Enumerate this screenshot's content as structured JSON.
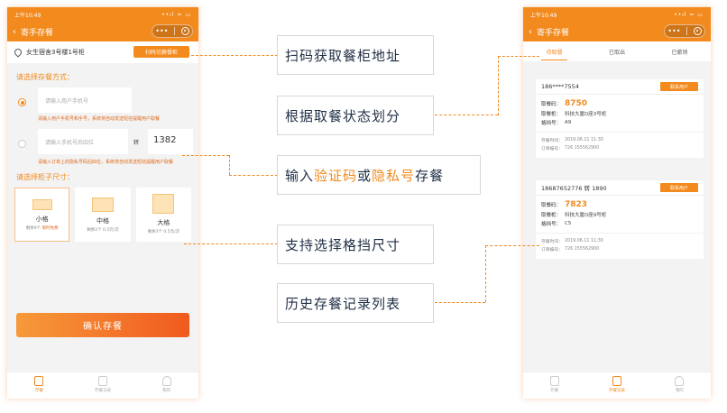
{
  "colors": {
    "accent": "#f28a1e",
    "text_dark": "#1f2f45"
  },
  "left_phone": {
    "status": {
      "time": "上午10:49",
      "signal": "••ıl ≈ ▭"
    },
    "nav": {
      "back": "‹",
      "title": "寄手存餐"
    },
    "address": {
      "text": "女生宿舍3号楼1号柜",
      "scan_button": "扫码切换餐柜"
    },
    "store_method_title": "请选择存餐方式：",
    "option1": {
      "placeholder": "请输入用户手机号",
      "hint": "请输入用户手机号和手号，系统将自动发送短信提醒用户取餐"
    },
    "option2": {
      "placeholder": "请输入手机号后四位",
      "unit": "转",
      "number": "1382",
      "hint": "请输入订单上的隐私号码后四位，系统将自动发送短信提醒用户取餐"
    },
    "size_title": "请选择柜子尺寸：",
    "sizes": [
      {
        "name": "小格",
        "meta": "剩余9个",
        "free": "限时免费"
      },
      {
        "name": "中格",
        "meta": "剩余2个  0.5元/次",
        "free": ""
      },
      {
        "name": "大格",
        "meta": "剩余3个  0.5元/次",
        "free": ""
      }
    ],
    "confirm": "确认存餐",
    "tabs": [
      "存餐",
      "存餐记录",
      "我的"
    ]
  },
  "right_phone": {
    "status": {
      "time": "上午10:49",
      "signal": "••ıl ≈ ▭"
    },
    "nav": {
      "back": "‹",
      "title": "寄手存餐"
    },
    "tabs": [
      "待取餐",
      "已取出",
      "已撤销"
    ],
    "cards": [
      {
        "phone": "186****7554",
        "notify": "联系用户",
        "code_label": "取餐码：",
        "code": "8750",
        "locker_label": "取餐柜：",
        "locker": "科技大厦D座3号柜",
        "slot_label": "格挡号：",
        "slot": "A9",
        "time_label": "存餐时间：",
        "time": "2019.06.11  11:30",
        "order_label": "订单编号：",
        "order": "726 155562900"
      },
      {
        "phone": "18687652776 转 1890",
        "notify": "联系用户",
        "code_label": "取餐码：",
        "code": "7823",
        "locker_label": "取餐柜：",
        "locker": "科技大厦D座9号柜",
        "slot_label": "格挡号：",
        "slot": "C5",
        "time_label": "存餐时间：",
        "time": "2019.06.11  11:30",
        "order_label": "订单编号：",
        "order": "726 155562900"
      }
    ],
    "bottom_tabs": [
      "存餐",
      "存餐记录",
      "我的"
    ]
  },
  "callouts": {
    "c1": "扫码获取餐柜地址",
    "c2": "根据取餐状态划分",
    "c3_pre": "输入",
    "c3_hl1": "验证码",
    "c3_mid": "或",
    "c3_hl2": "隐私号",
    "c3_post": "存餐",
    "c4": "支持选择格挡尺寸",
    "c5": "历史存餐记录列表"
  }
}
